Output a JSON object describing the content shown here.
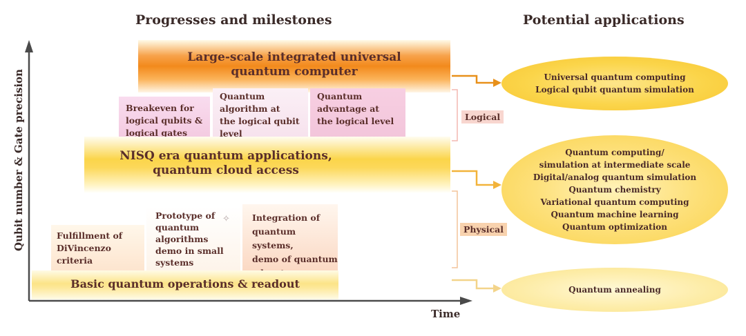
{
  "headers": {
    "left": "Progresses and milestones",
    "right": "Potential applications"
  },
  "axes": {
    "y_label": "Qubit number & Gate precision",
    "x_label": "Time"
  },
  "bands": {
    "top": [
      "Large-scale integrated universal",
      "quantum computer"
    ],
    "middle": [
      "NISQ era quantum applications,",
      "quantum cloud access"
    ],
    "bottom": "Basic quantum operations & readout"
  },
  "logical_boxes": [
    [
      "Breakeven for",
      "logical qubits &",
      "logical gates"
    ],
    [
      "Quantum",
      "algorithm at",
      "the logical qubit",
      "level"
    ],
    [
      "Quantum",
      "advantage at",
      "the logical level"
    ]
  ],
  "physical_boxes": [
    [
      "Fulfillment of",
      "DiVincenzo",
      "criteria"
    ],
    [
      "Prototype of",
      "quantum",
      "algorithms",
      "demo in small",
      "systems"
    ],
    [
      "Integration of",
      "quantum systems,",
      "demo of quantum",
      "advantage"
    ]
  ],
  "tags": {
    "logical": "Logical",
    "physical": "Physical"
  },
  "applications": {
    "top": [
      "Universal quantum computing",
      "Logical qubit quantum simulation"
    ],
    "middle": [
      "Quantum computing/",
      "simulation at intermediate scale",
      "Digital/analog quantum simulation",
      "Quantum chemistry",
      "Variational quantum computing",
      "Quantum machine learning",
      "Quantum optimization"
    ],
    "bottom": [
      "Quantum annealing"
    ]
  },
  "colors": {
    "orange": "#f28a1c",
    "yellow": "#fbd54a",
    "pink": "#f5cde0",
    "peach": "#f8d4bc",
    "dark_text": "#5a2e2a",
    "axis": "#4a4a4a"
  }
}
